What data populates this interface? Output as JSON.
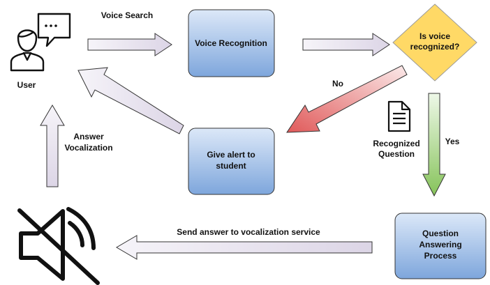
{
  "nodes": {
    "user": {
      "label": "User"
    },
    "voice_recognition": {
      "label": "Voice Recognition"
    },
    "decision": {
      "label_line1": "Is voice",
      "label_line2": "recognized?"
    },
    "give_alert": {
      "label_line1": "Give alert to",
      "label_line2": "student"
    },
    "qa_process": {
      "label_line1": "Question",
      "label_line2": "Answering",
      "label_line3": "Process"
    },
    "recognized_question": {
      "label_line1": "Recognized",
      "label_line2": "Question"
    }
  },
  "edges": {
    "voice_search": "Voice Search",
    "no": "No",
    "yes": "Yes",
    "answer_vocalization_line1": "Answer",
    "answer_vocalization_line2": "Vocalization",
    "send_answer": "Send answer to vocalization service"
  },
  "icons": {
    "user": "user-chat-icon",
    "document": "document-icon",
    "speaker": "speaker-icon"
  },
  "colors": {
    "box_fill_top": "#dce8f8",
    "box_fill_bottom": "#7ea6dc",
    "decision_fill": "#ffd966",
    "arrow_grey_light": "#f4f1f8",
    "arrow_grey_dark": "#dcd5e6",
    "arrow_red_light": "#f8e6e6",
    "arrow_red_dark": "#e06060",
    "arrow_green_light": "#e8f5e0",
    "arrow_green_dark": "#8cc860"
  }
}
